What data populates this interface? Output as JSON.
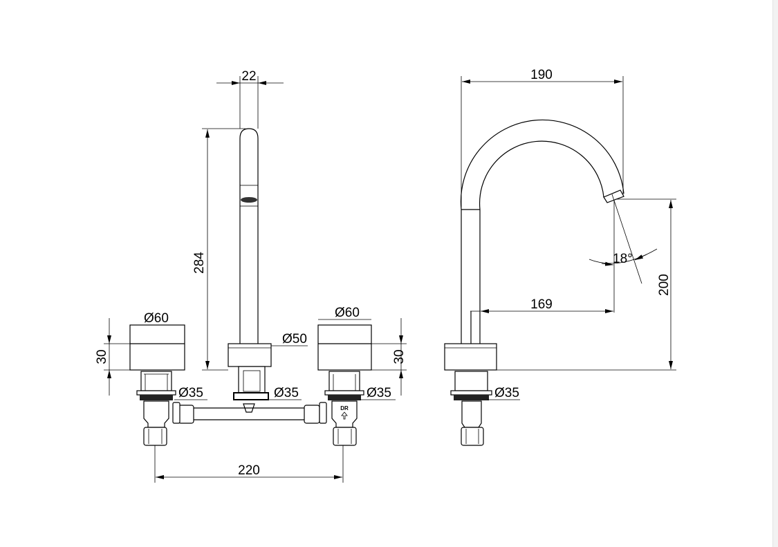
{
  "front_view": {
    "spout_width": "22",
    "spout_height": "284",
    "left_handle_diameter": "Ø60",
    "left_handle_height": "30",
    "right_handle_diameter": "Ø60",
    "right_handle_height": "30",
    "spout_base_diameter": "Ø50",
    "left_thread_diameter": "Ø35",
    "center_thread_diameter": "Ø35",
    "right_thread_diameter": "Ø35",
    "valve_label": "DR",
    "centers_distance": "220"
  },
  "side_view": {
    "reach_overall": "190",
    "reach_outlet": "169",
    "outlet_angle": "18°",
    "outlet_height": "200",
    "thread_diameter": "Ø35"
  }
}
